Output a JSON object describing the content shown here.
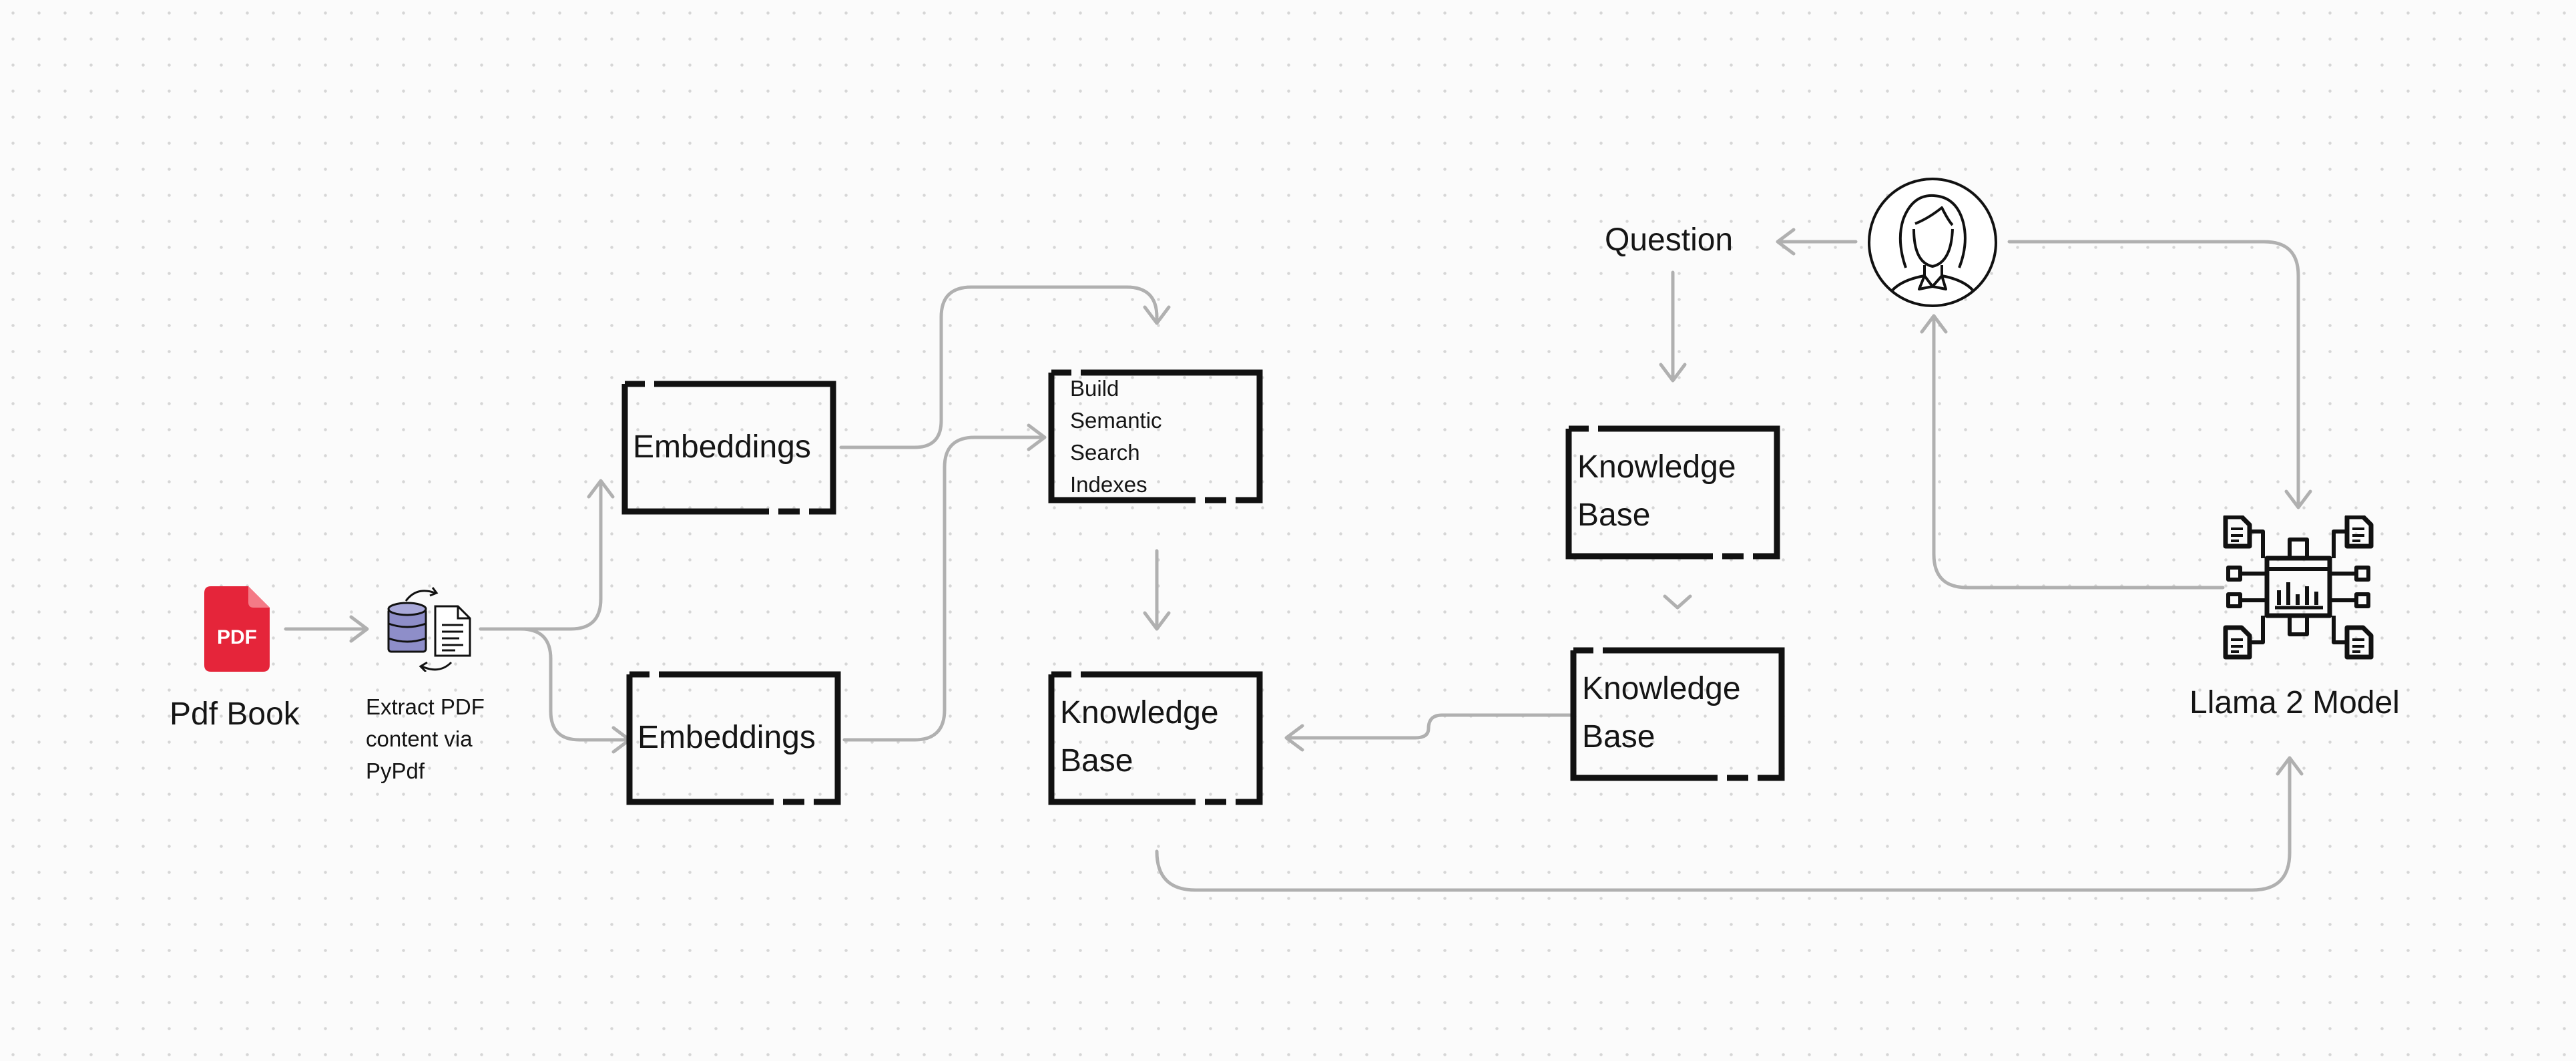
{
  "source": {
    "icon": "pdf-file-icon",
    "badge": "PDF",
    "label": "Pdf Book",
    "badge_color": "#e5253a"
  },
  "extract": {
    "icon": "database-to-document-icon",
    "label": "Extract PDF\ncontent via\nPyPdf",
    "db_color": "#8e8ec9"
  },
  "embeddings_top": {
    "label": "Embeddings"
  },
  "embeddings_bottom": {
    "label": "Embeddings"
  },
  "indexes": {
    "label": "Build\nSemantic\nSearch\nIndexes"
  },
  "kb_center": {
    "label": "Knowledge\nBase"
  },
  "kb_right_upper": {
    "label": "Knowledge\nBase"
  },
  "kb_right_lower": {
    "label": "Knowledge\nBase"
  },
  "question": {
    "label": "Question"
  },
  "user": {
    "icon": "user-avatar-icon"
  },
  "model": {
    "icon": "llama-model-network-icon",
    "label": "Llama 2 Model"
  },
  "colors": {
    "connector": "#b0b0b0",
    "frame": "#111111"
  }
}
